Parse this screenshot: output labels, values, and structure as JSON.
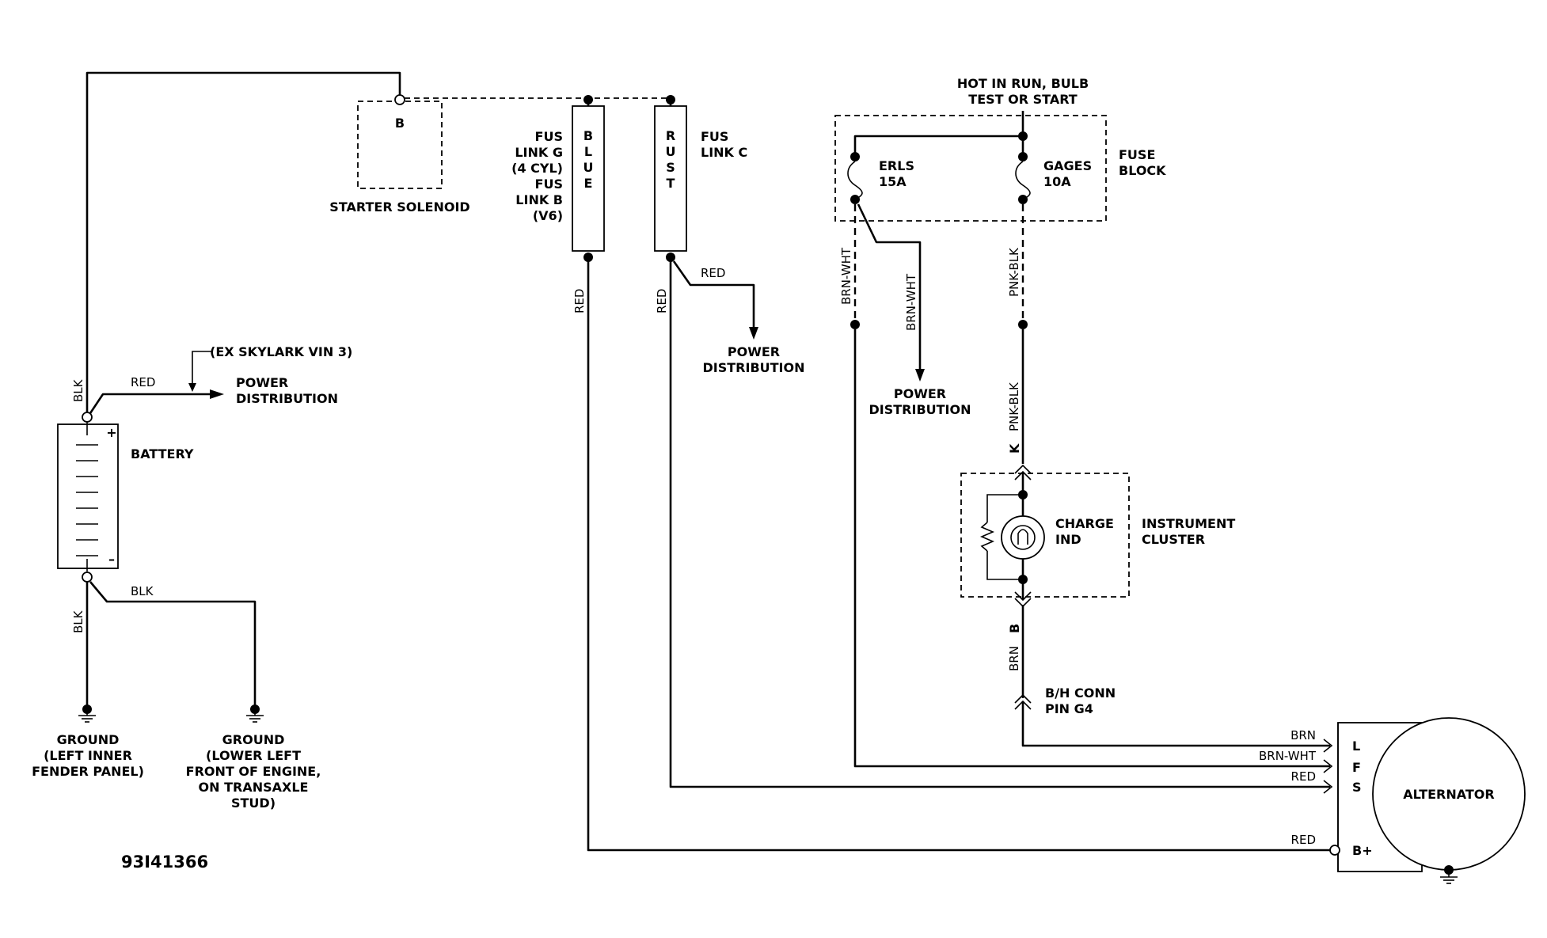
{
  "starter": {
    "terminal": "B",
    "name": "STARTER SOLENOID"
  },
  "fusible_links": {
    "blue_letters": [
      "B",
      "L",
      "U",
      "E"
    ],
    "rust_letters": [
      "R",
      "U",
      "S",
      "T"
    ],
    "blue_label": [
      "FUS",
      "LINK G",
      "(4 CYL)",
      "FUS",
      "LINK B",
      "(V6)"
    ],
    "rust_label": [
      "FUS",
      "LINK C"
    ]
  },
  "battery": {
    "name": "BATTERY",
    "plus": "+",
    "minus": "–",
    "top_wire": "BLK",
    "out_wire": "RED",
    "note": "(EX SKYLARK VIN 3)",
    "out_dest": [
      "POWER",
      "DISTRIBUTION"
    ],
    "bottom_wire": "BLK",
    "branch_wire": "BLK"
  },
  "grounds": {
    "g1": [
      "GROUND",
      "(LEFT INNER",
      "FENDER PANEL)"
    ],
    "g2": [
      "GROUND",
      "(LOWER LEFT",
      "FRONT OF ENGINE,",
      "ON TRANSAXLE",
      "STUD)"
    ]
  },
  "wires": {
    "blue_out": "RED",
    "rust_out": "RED",
    "rust_branch": "RED",
    "rust_dest": [
      "POWER",
      "DISTRIBUTION"
    ],
    "erls_out": "BRN-WHT",
    "erls_branch": "BRN-WHT",
    "erls_dest": [
      "POWER",
      "DISTRIBUTION"
    ],
    "gages_out": "PNK-BLK",
    "gages_lower": "PNK-BLK",
    "conn_k": "K",
    "brn": "BRN",
    "conn_b": "B",
    "bh_conn": [
      "B/H CONN",
      "PIN G4"
    ]
  },
  "fuse_block": {
    "hot": [
      "HOT IN RUN, BULB",
      "TEST OR START"
    ],
    "name": [
      "FUSE",
      "BLOCK"
    ],
    "erls": [
      "ERLS",
      "15A"
    ],
    "gages": [
      "GAGES",
      "10A"
    ]
  },
  "cluster": {
    "indicator": [
      "CHARGE",
      "IND"
    ],
    "name": [
      "INSTRUMENT",
      "CLUSTER"
    ]
  },
  "alternator": {
    "name": "ALTERNATOR",
    "pins": [
      "L",
      "F",
      "S",
      "B+"
    ],
    "wires": [
      "BRN",
      "BRN-WHT",
      "RED",
      "RED"
    ]
  },
  "figure_id": "93I41366"
}
